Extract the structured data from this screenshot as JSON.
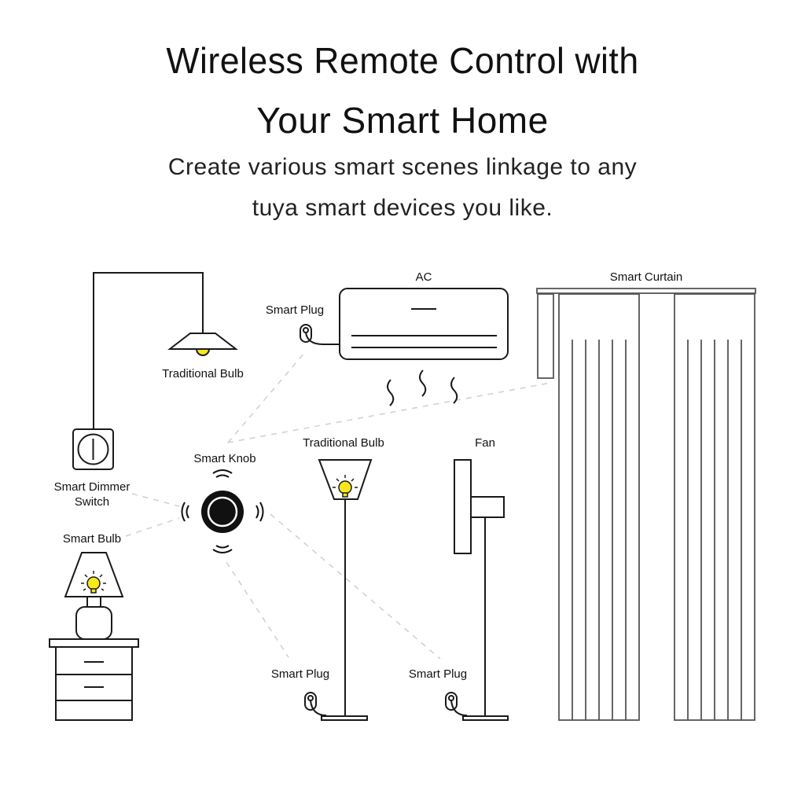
{
  "header": {
    "title_line1": "Wireless Remote Control with",
    "title_line2": "Your Smart Home",
    "subtitle_line1": "Create various smart scenes linkage to any",
    "subtitle_line2": "tuya smart devices you like."
  },
  "devices": {
    "pendant_bulb": {
      "label": "Traditional Bulb",
      "icon": "pendant-lamp-icon"
    },
    "dimmer_switch": {
      "label_line1": "Smart Dimmer",
      "label_line2": "Switch",
      "icon": "wall-switch-icon"
    },
    "smart_bulb": {
      "label": "Smart Bulb",
      "icon": "table-lamp-icon"
    },
    "smart_knob": {
      "label": "Smart Knob",
      "icon": "knob-icon"
    },
    "ac": {
      "label": "AC",
      "icon": "air-conditioner-icon"
    },
    "ac_plug": {
      "label": "Smart Plug",
      "icon": "plug-icon"
    },
    "floor_lamp": {
      "label": "Traditional Bulb",
      "icon": "floor-lamp-icon"
    },
    "floor_lamp_plug": {
      "label": "Smart Plug",
      "icon": "plug-icon"
    },
    "fan": {
      "label": "Fan",
      "icon": "fan-icon"
    },
    "fan_plug": {
      "label": "Smart Plug",
      "icon": "plug-icon"
    },
    "curtain": {
      "label": "Smart Curtain",
      "icon": "curtain-icon"
    }
  },
  "colors": {
    "line": "#1a1a1a",
    "bulb": "#f7e81c",
    "dashed": "#cfcfcf"
  }
}
